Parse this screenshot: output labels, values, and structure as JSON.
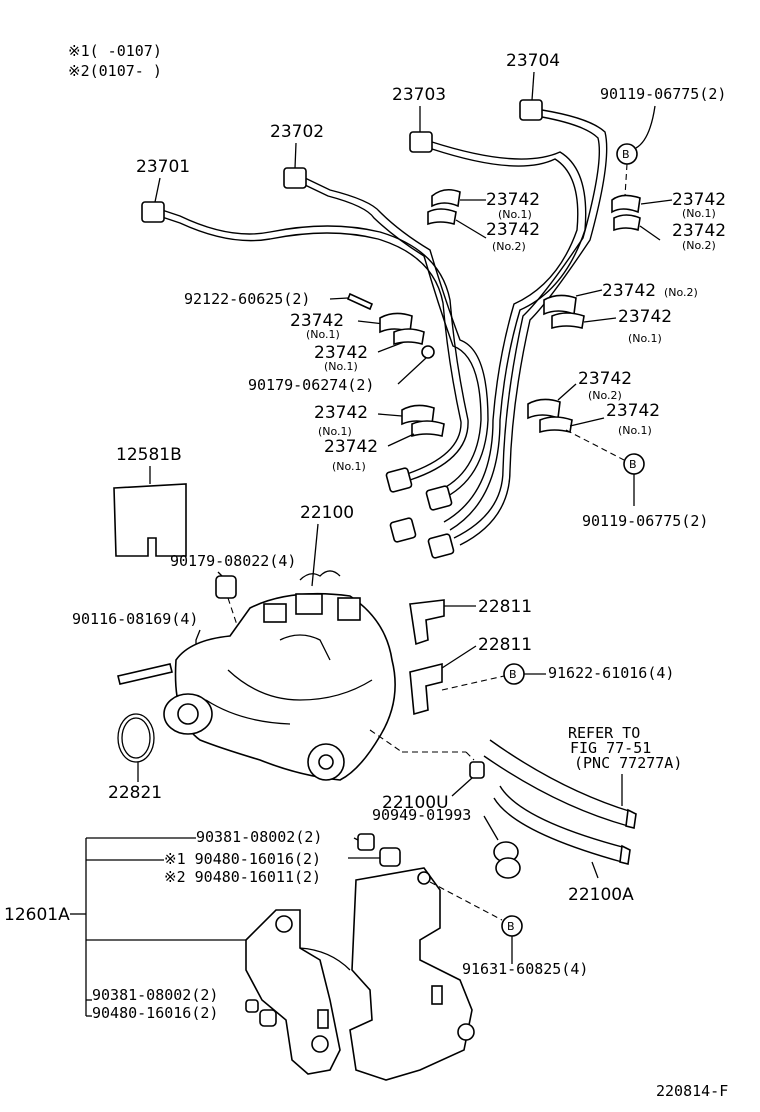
{
  "notes": {
    "note1": "※1(      -0107)",
    "note2": "※2(0107-      )"
  },
  "parts": {
    "p23701": "23701",
    "p23702": "23702",
    "p23703": "23703",
    "p23704": "23704",
    "p90119_a": "90119-06775(2)",
    "p90119_b": "90119-06775(2)",
    "clamp_a1": "23742",
    "clamp_a1_sub": "(No.1)",
    "clamp_a2": "23742",
    "clamp_a2_sub": "(No.2)",
    "clamp_b1": "23742",
    "clamp_b1_sub": "(No.1)",
    "clamp_b2": "23742",
    "clamp_b2_sub": "(No.2)",
    "p92122": "92122-60625(2)",
    "clamp_c1": "23742",
    "clamp_c1_sub": "(No.1)",
    "clamp_c2": "23742",
    "clamp_c2_sub": "(No.1)",
    "p90179_a": "90179-06274(2)",
    "clamp_d1": "23742",
    "clamp_d1_sub": "(No.1)",
    "clamp_d2": "23742",
    "clamp_d2_sub": "(No.1)",
    "clamp_e1": "23742",
    "clamp_e1_sub": "(No.2)",
    "clamp_e2": "23742",
    "clamp_e2_sub": "(No.1)",
    "clamp_f1": "23742",
    "clamp_f1_sub": "(No.2)",
    "clamp_f2": "23742",
    "clamp_f2_sub": "(No.1)",
    "p12581B": "12581B",
    "p22100": "22100",
    "p90179_b": "90179-08022(4)",
    "p90116": "90116-08169(4)",
    "p22811_a": "22811",
    "p22811_b": "22811",
    "p91622": "91622-61016(4)",
    "refer1": "REFER TO",
    "refer2": "FIG 77-51",
    "refer3": "(PNC 77277A)",
    "p22821": "22821",
    "p22100U": "22100U",
    "p90949": "90949-01993",
    "p90381_a": "90381-08002(2)",
    "p90480_a": "※1 90480-16016(2)",
    "p90480_b": "※2 90480-16011(2)",
    "p22100A": "22100A",
    "p12601A": "12601A",
    "p91631": "91631-60825(4)",
    "p90381_b": "90381-08002(2)",
    "p90480_c": "90480-16016(2)",
    "marker": "B"
  },
  "footer": {
    "figure_code": "220814-F"
  }
}
